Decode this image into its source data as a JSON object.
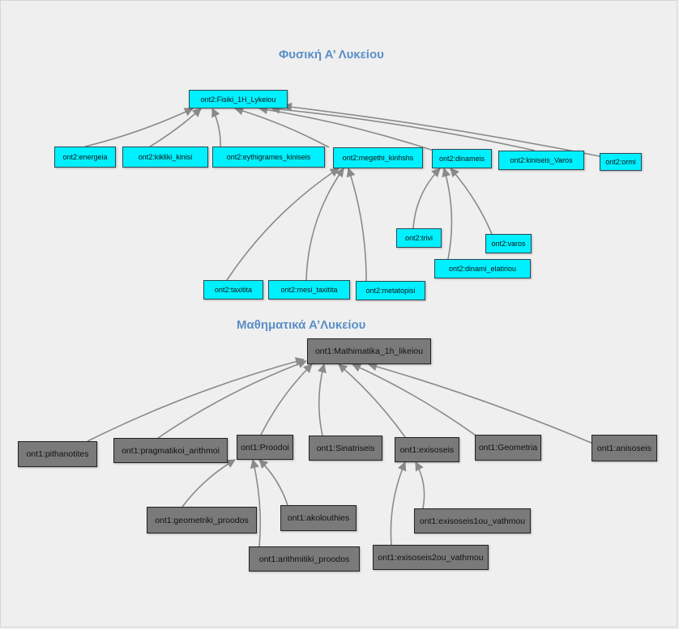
{
  "colors": {
    "background": "#efefef",
    "title": "#5b8fc7",
    "physics_node": "#00f0ff",
    "math_node": "#7a7a7a",
    "edge": "#8a8a8a"
  },
  "physics": {
    "title": "Φυσική Α’ Λυκείου",
    "root": "ont2:Fisiki_1H_Lykeiou",
    "nodes": {
      "energeia": "ont2:energeia",
      "kikliki_kinisi": "ont2:kikliki_kinisi",
      "eythigrames_kiniseis": "ont2:eythigrames_kiniseis",
      "megethi_kinhshs": "ont2:megethi_kinhshs",
      "dinameis": "ont2:dinameis",
      "kiniseis_varos": "ont2:kiniseis_Varos",
      "ormi": "ont2:ormi",
      "trivi": "ont2:trivi",
      "varos": "ont2:varos",
      "dinami_elatiriou": "ont2:dinami_elatiriou",
      "taxitita": "ont2:taxitita",
      "mesi_taxitita": "ont2:mesi_taxitita",
      "metatopisi": "ont2:metatopisi"
    }
  },
  "math": {
    "title": "Μαθηματικά Α’Λυκείου",
    "root": "ont1:Mathimatika_1h_likeiou",
    "nodes": {
      "pithanotites": "ont1:pithanotites",
      "pragmatikoi_arithmoi": "ont1:pragmatikoi_arithmoi",
      "proodoi": "ont1:Proodoi",
      "sinatriseis": "ont1:Sinatriseis",
      "exisoseis": "ont1:exisoseis",
      "geometria": "ont1:Geometria",
      "anisoseis": "ont1:anisoseis",
      "geometriki_proodos": "ont1:geometriki_proodos",
      "akolouthies": "ont1:akolouthies",
      "arithmitiki_proodos": "ont1:arithmitiki_proodos",
      "exisoseis1ou_vathmou": "ont1:exisoseis1ou_vathmou",
      "exisoseis2ou_vathmou": "ont1:exisoseis2ou_vathmou"
    }
  }
}
